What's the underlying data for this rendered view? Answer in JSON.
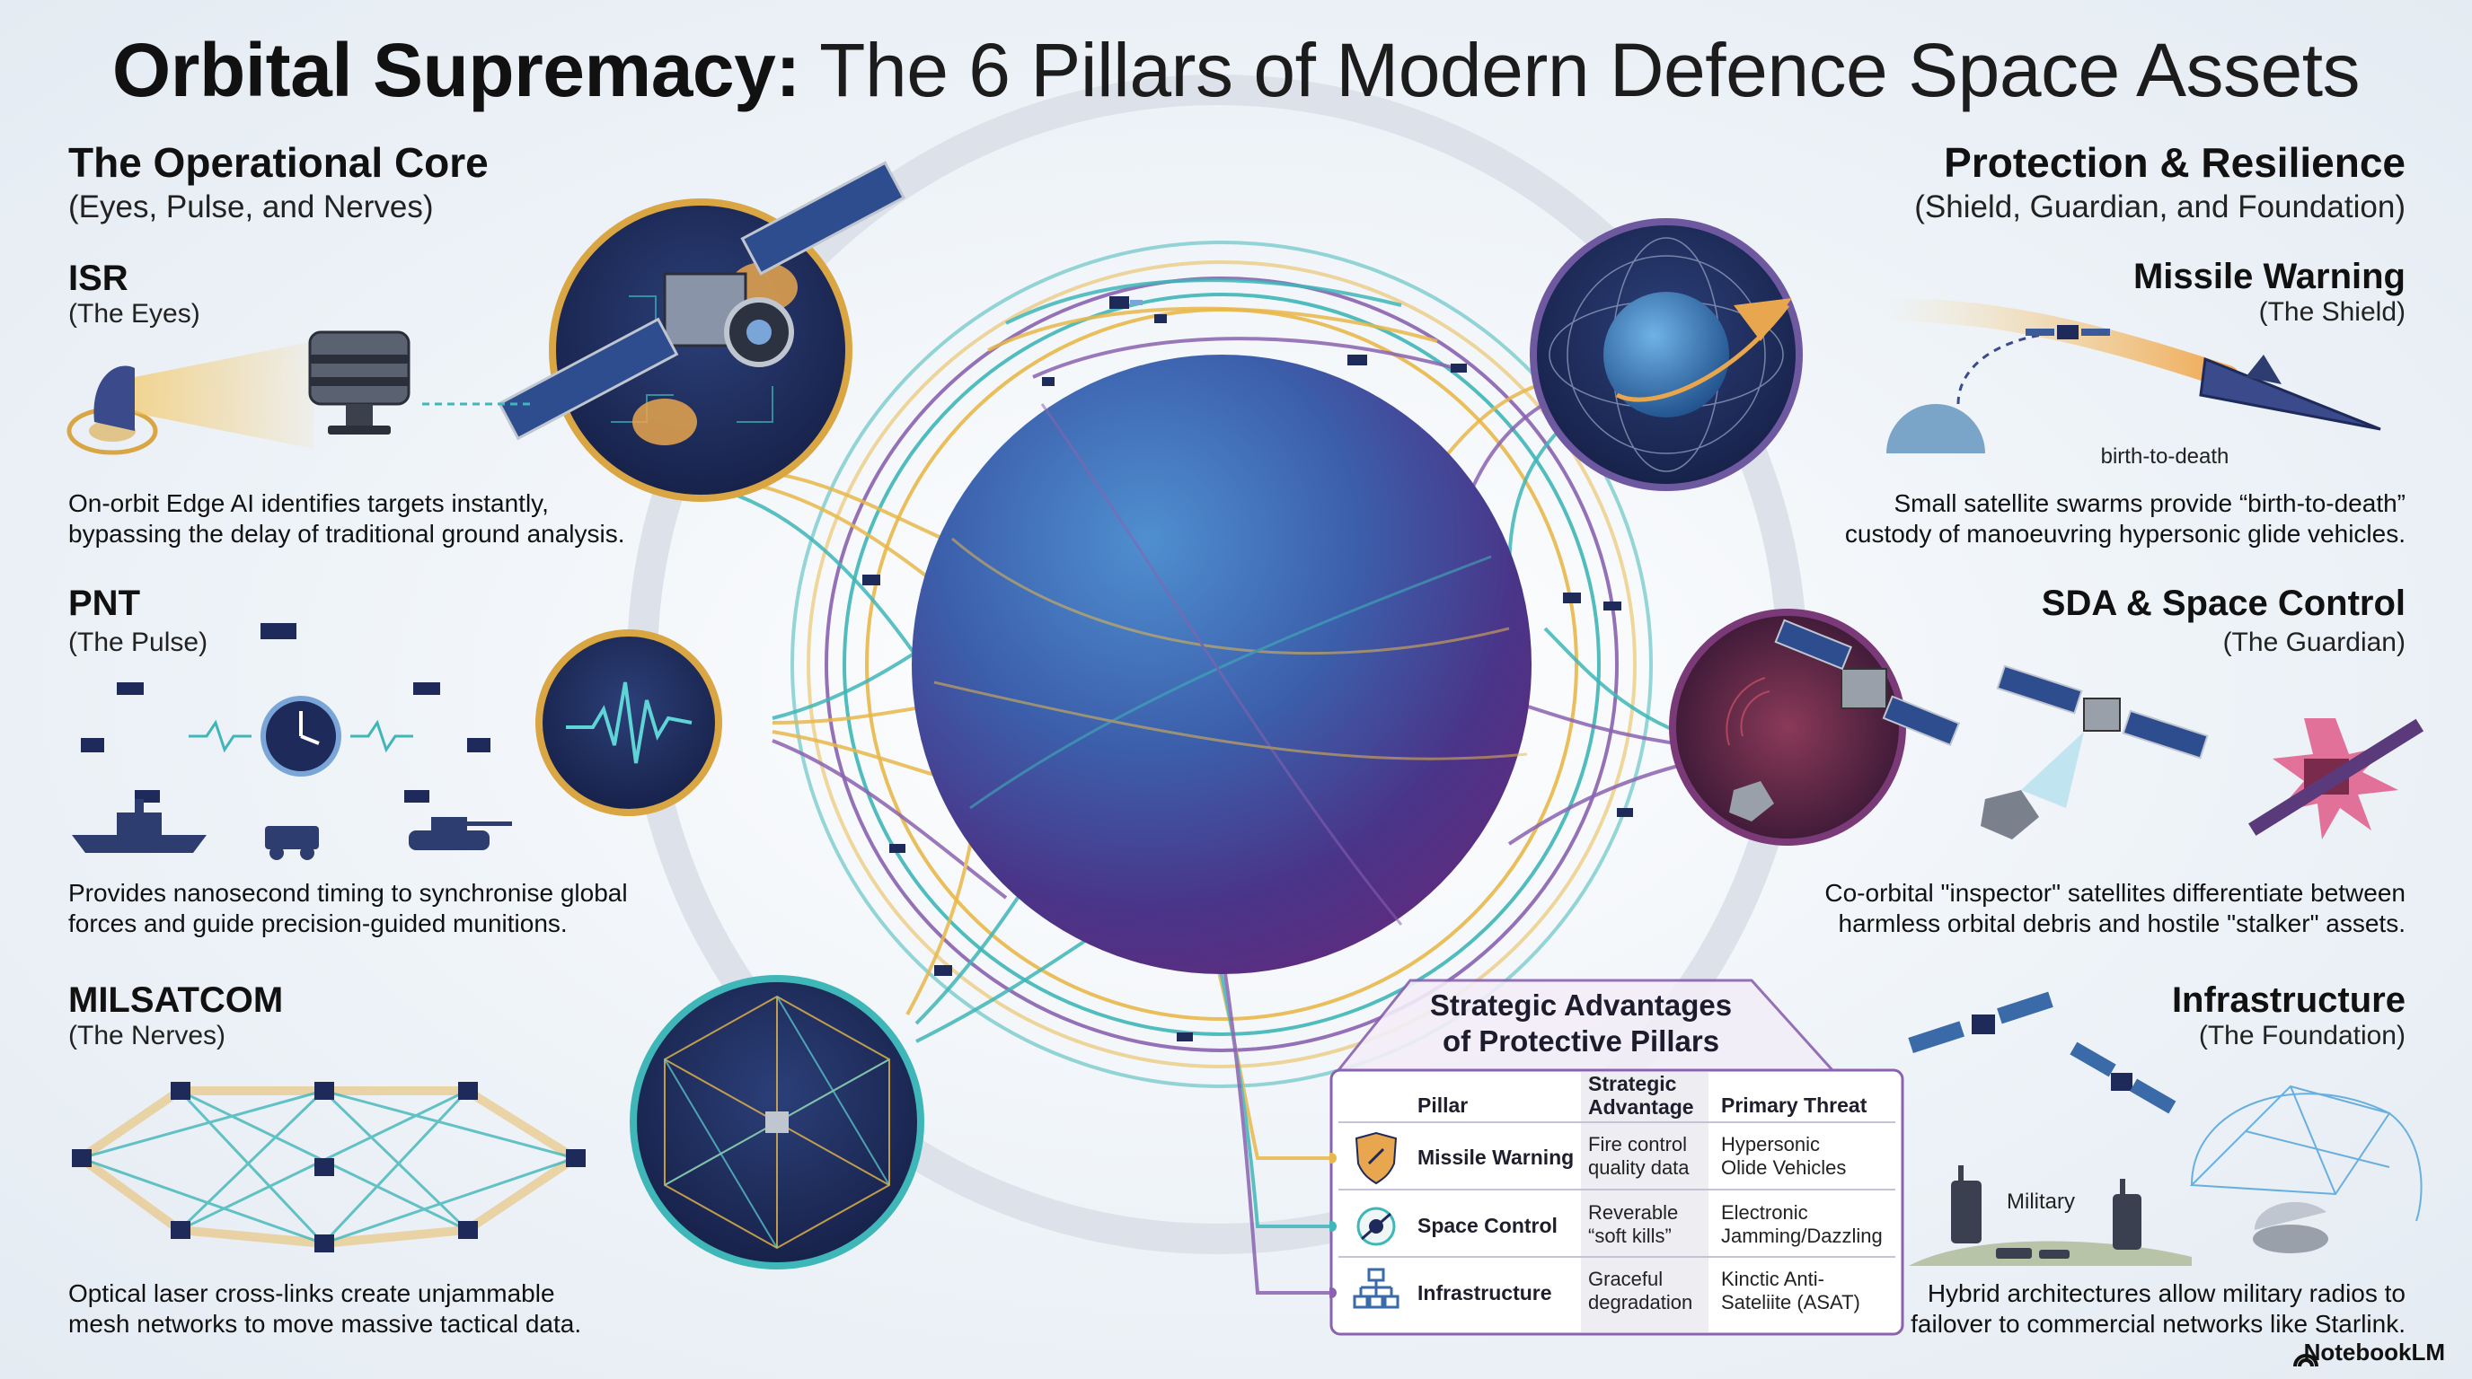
{
  "title": {
    "bold": "Orbital Supremacy:",
    "rest": "The 6 Pillars of Modern Defence Space Assets"
  },
  "left_section": {
    "title": "The Operational Core",
    "subtitle": "(Eyes, Pulse, and Nerves)"
  },
  "right_section": {
    "title": "Protection & Resilience",
    "subtitle": "(Shield, Guardian, and Foundation)"
  },
  "pillars": {
    "isr": {
      "title": "ISR",
      "subtitle": "(The Eyes)",
      "desc1": "On-orbit Edge AI identifies targets instantly,",
      "desc2": "bypassing the delay of traditional ground analysis."
    },
    "pnt": {
      "title": "PNT",
      "subtitle": "(The Pulse)",
      "desc1": "Provides nanosecond timing to synchronise global",
      "desc2": "forces and guide precision-guided munitions."
    },
    "milsatcom": {
      "title": "MILSATCOM",
      "subtitle": "(The Nerves)",
      "desc1": "Optical laser cross-links create unjammable",
      "desc2": "mesh networks to move massive tactical data."
    },
    "missile": {
      "title": "Missile Warning",
      "subtitle": "(The Shield)",
      "label": "birth-to-death",
      "desc1": "Small satellite swarms provide “birth-to-death”",
      "desc2": "custody of manoeuvring hypersonic glide vehicles."
    },
    "sda": {
      "title": "SDA & Space Control",
      "subtitle": "(The Guardian)",
      "desc1": "Co-orbital \"inspector\" satellites differentiate between",
      "desc2": "harmless orbital debris and hostile \"stalker\" assets."
    },
    "infra": {
      "title": "Infrastructure",
      "subtitle": "(The Foundation)",
      "label": "Military",
      "desc1": "Hybrid architectures allow military radios to",
      "desc2": "failover to commercial networks like Starlink."
    }
  },
  "table": {
    "title1": "Strategic Advantages",
    "title2": "of Protective Pillars",
    "headers": {
      "pillar": "Pillar",
      "adv1": "Strategic",
      "adv2": "Advantage",
      "threat": "Primary Threat"
    },
    "rows": [
      {
        "pillar": "Missile Warning",
        "adv1": "Fire control",
        "adv2": "quality data",
        "threat1": "Hypersonic",
        "threat2": "Olide Vehicles"
      },
      {
        "pillar": "Space Control",
        "adv1": "Reverable",
        "adv2": "“soft kills”",
        "threat1": "Electronic",
        "threat2": "Jamming/Dazzling"
      },
      {
        "pillar": "Infrastructure",
        "adv1": "Graceful",
        "adv2": "degradation",
        "threat1": "Kinctic Anti-",
        "threat2": "Sateliite (ASAT)"
      }
    ]
  },
  "colors": {
    "gold": "#e8b84a",
    "teal": "#3fb6b8",
    "purple": "#8a62b0",
    "navy": "#1d2a5a",
    "globe_top": "#3e78bf",
    "globe_bottom": "#5a2d82"
  },
  "watermark": "NotebookLM"
}
